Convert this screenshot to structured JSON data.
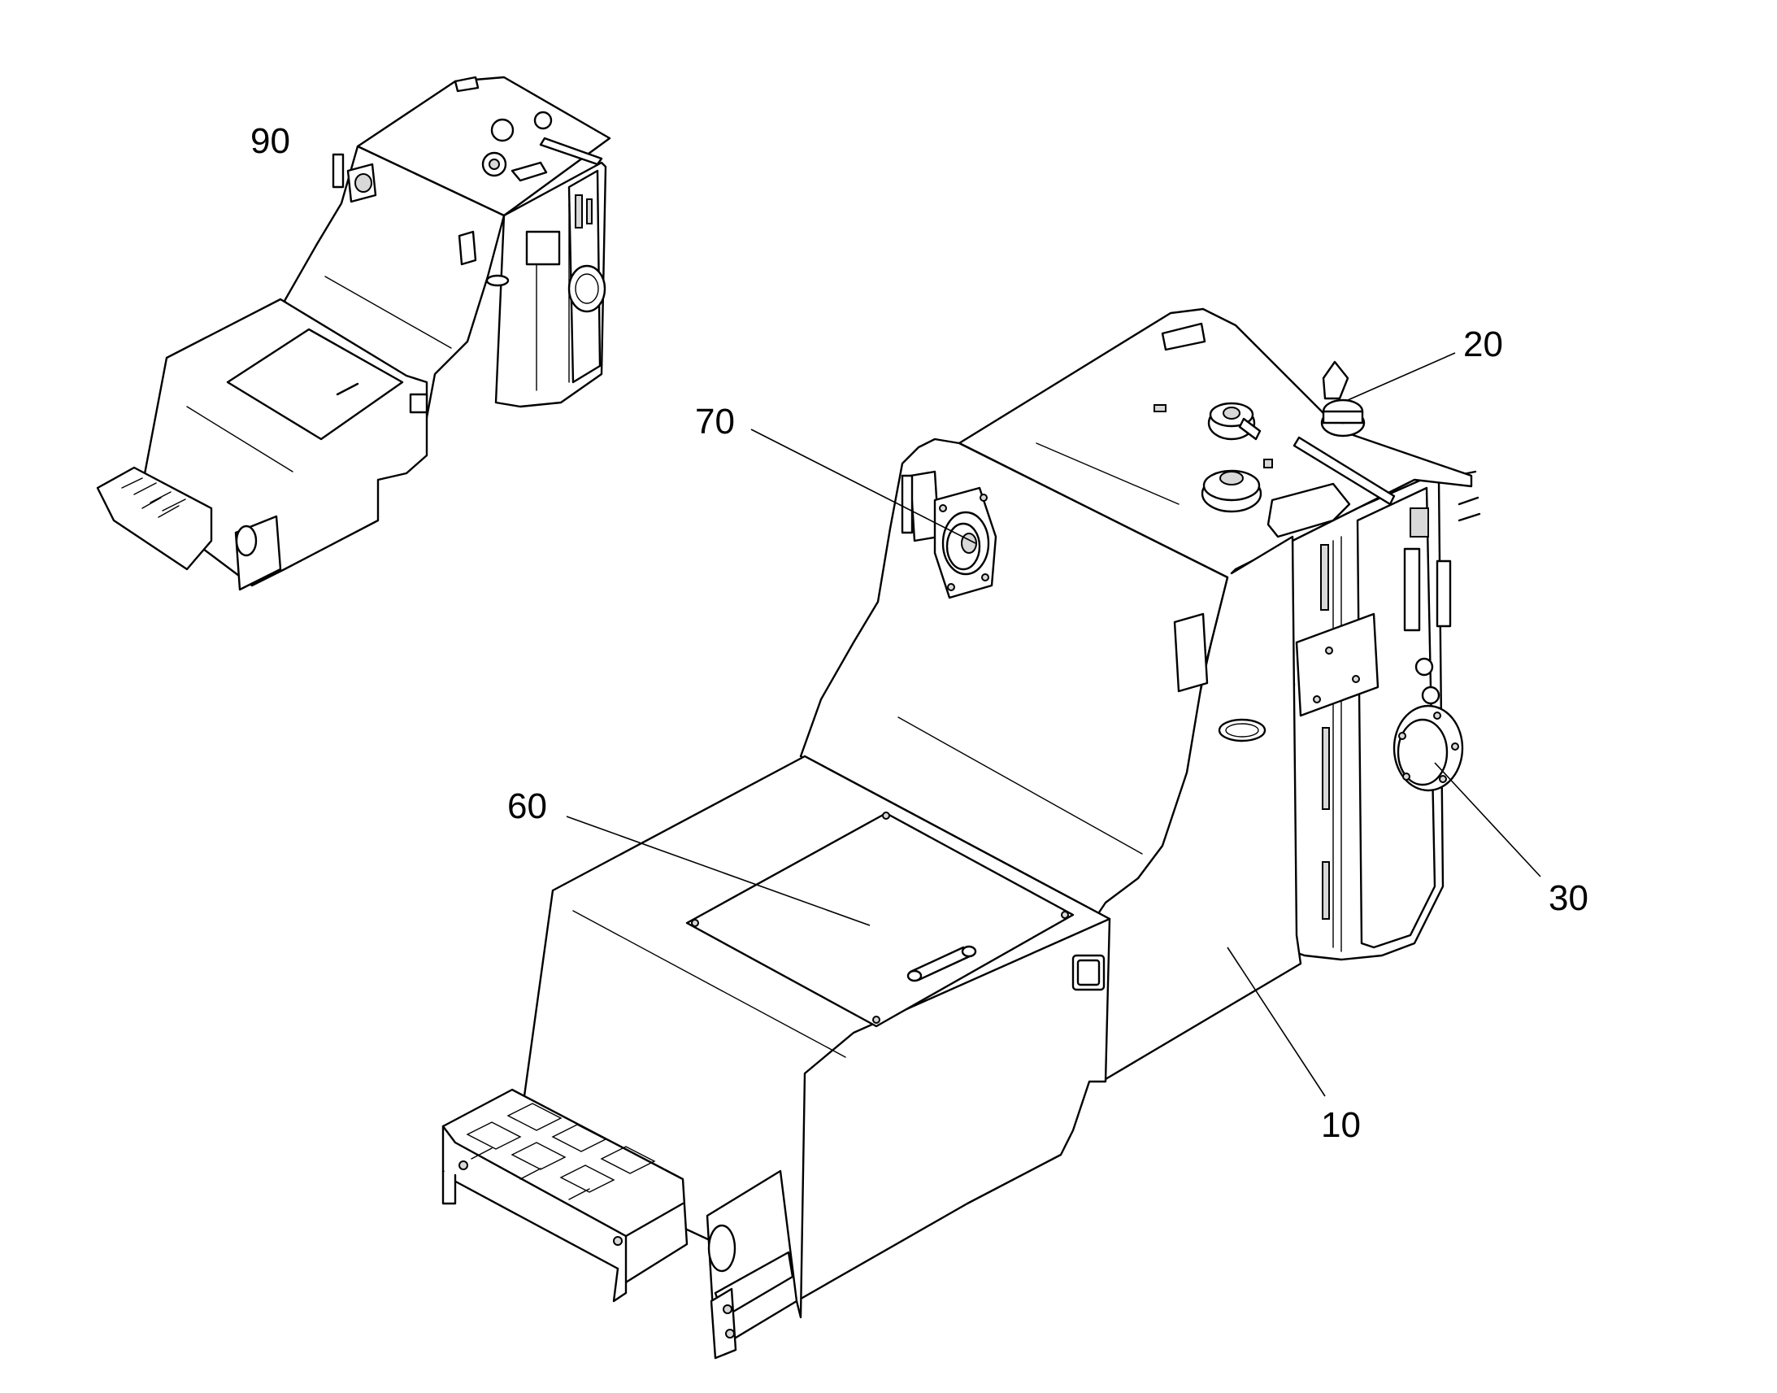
{
  "callouts": {
    "c90": "90",
    "c70": "70",
    "c20": "20",
    "c60": "60",
    "c30": "30",
    "c10": "10"
  }
}
